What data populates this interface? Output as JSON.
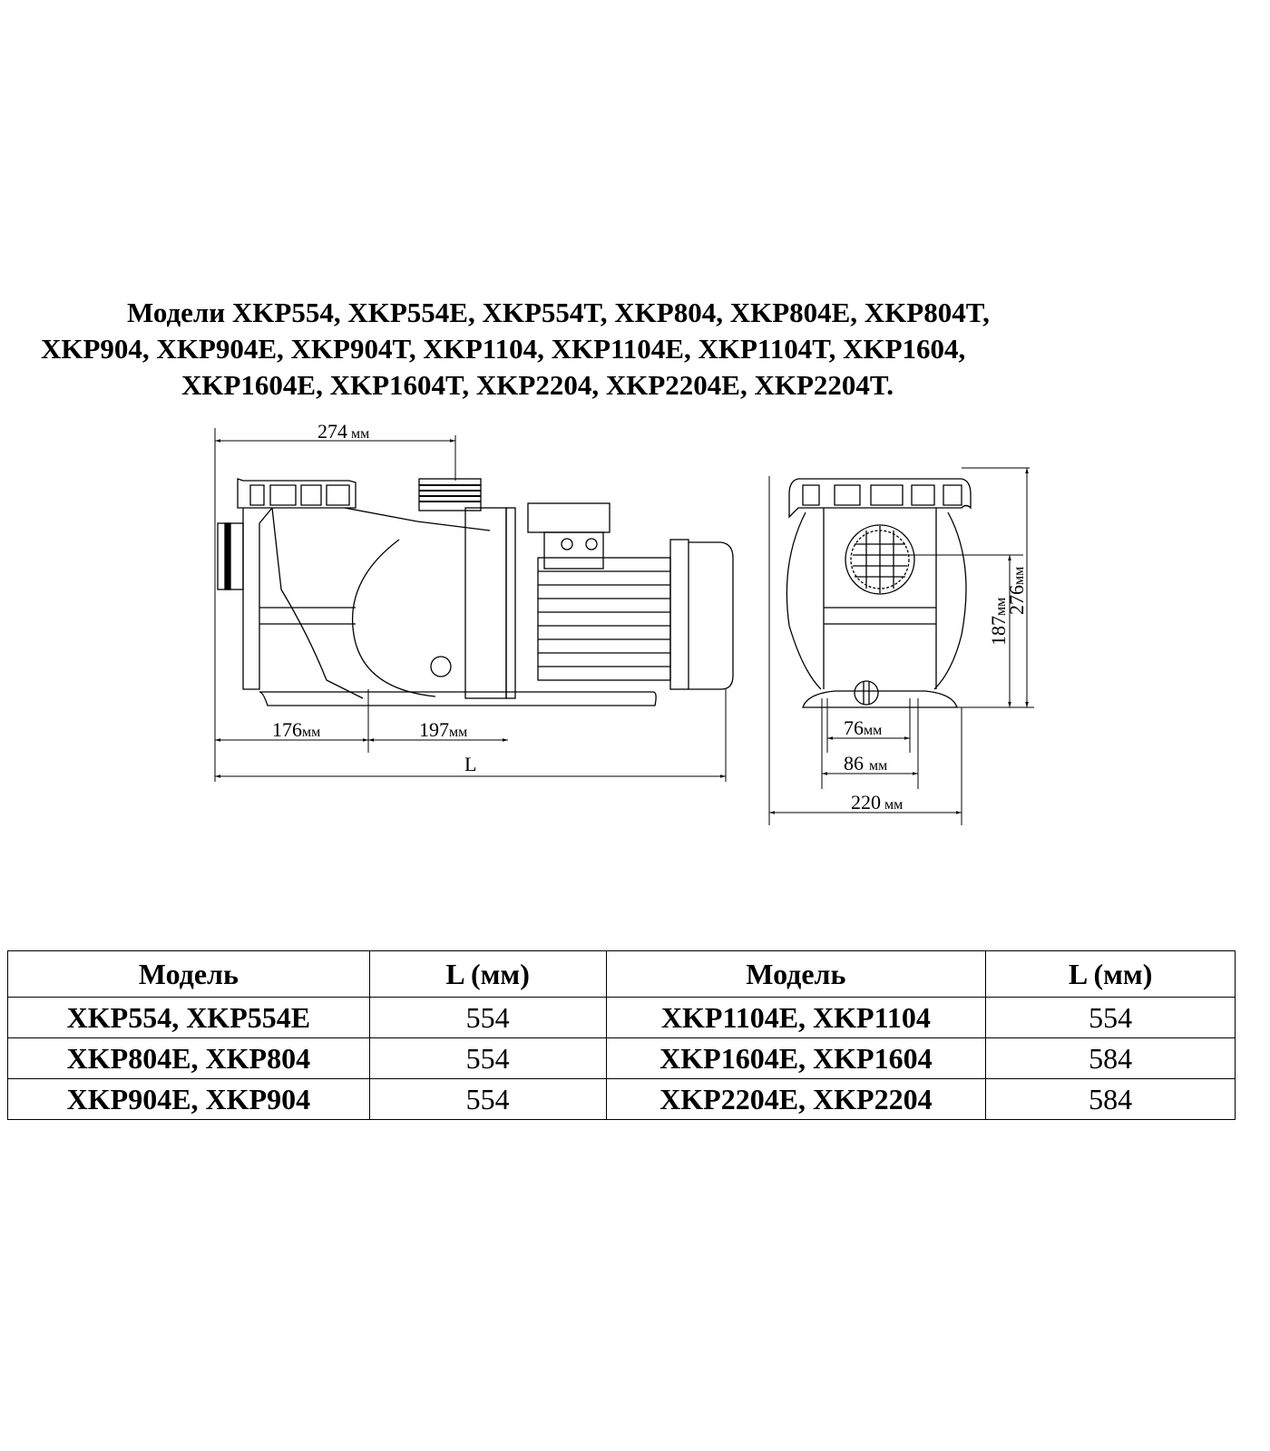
{
  "title": {
    "lines": [
      "Модели XKP554, XKP554E, XKP554T, XKP804, XKP804E, XKP804T,",
      "XKP904, XKP904E, XKP904T, XKP1104, XKP1104E, XKP1104T, XKP1604,",
      "XKP1604E, XKP1604T, XKP2204, XKP2204E, XKP2204T."
    ]
  },
  "side_view": {
    "dim_top": "274",
    "dim_bottom_left": "176",
    "dim_bottom_mid": "197",
    "dim_length": "L",
    "unit": "мм"
  },
  "front_view": {
    "dim_height": "276",
    "dim_axis": "187",
    "dim_76": "76",
    "dim_86": "86",
    "dim_width": "220",
    "unit": "мм"
  },
  "table": {
    "headers": [
      "Модель",
      "L (мм)",
      "Модель",
      "L (мм)"
    ],
    "rows": [
      [
        "XKP554, XKP554E",
        "554",
        "XKP1104E, XKP1104",
        "554"
      ],
      [
        "XKP804E, XKP804",
        "554",
        "XKP1604E, XKP1604",
        "584"
      ],
      [
        "XKP904E, XKP904",
        "554",
        "XKP2204E, XKP2204",
        "584"
      ]
    ]
  }
}
